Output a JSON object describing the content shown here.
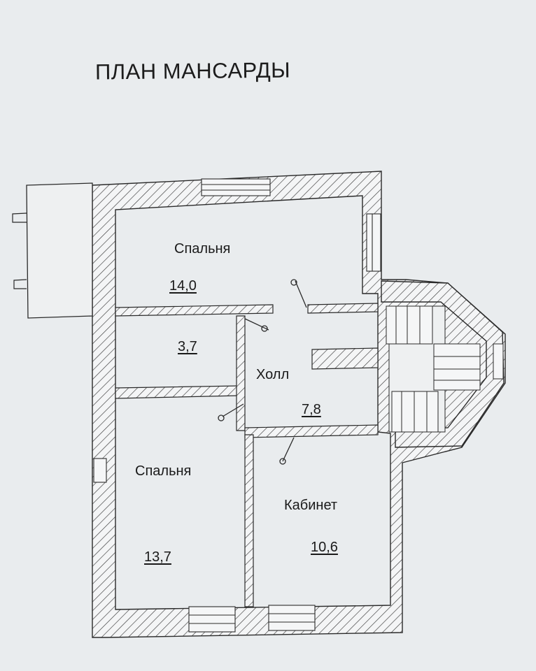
{
  "plan": {
    "title": "ПЛАН МАНСАРДЫ"
  },
  "rooms": {
    "bedroom_top": {
      "label": "Спальня",
      "area": "14,0"
    },
    "storage": {
      "label": "",
      "area": "3,7"
    },
    "hall": {
      "label": "Холл",
      "area": "7,8"
    },
    "bedroom_bottom": {
      "label": "Спальня",
      "area": "13,7"
    },
    "office": {
      "label": "Кабинет",
      "area": "10,6"
    }
  },
  "colors": {
    "paper": "#e9ecee",
    "wall_stroke": "#2a2a2a",
    "hatch": "#3a3a3a",
    "text": "#1a1a1a"
  }
}
